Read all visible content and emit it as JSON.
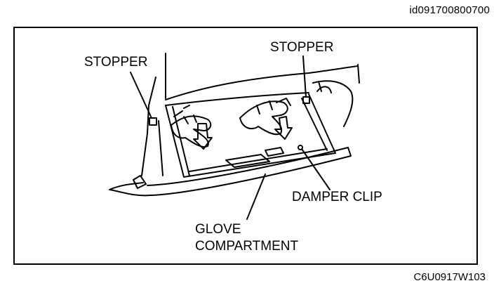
{
  "header": {
    "document_id": "id091700800700"
  },
  "footer": {
    "figure_code": "C6U0917W103"
  },
  "callouts": {
    "stopper_left": "STOPPER",
    "stopper_right": "STOPPER",
    "damper_clip": "DAMPER CLIP",
    "glove_line1": "GLOVE",
    "glove_line2": "COMPARTMENT"
  }
}
